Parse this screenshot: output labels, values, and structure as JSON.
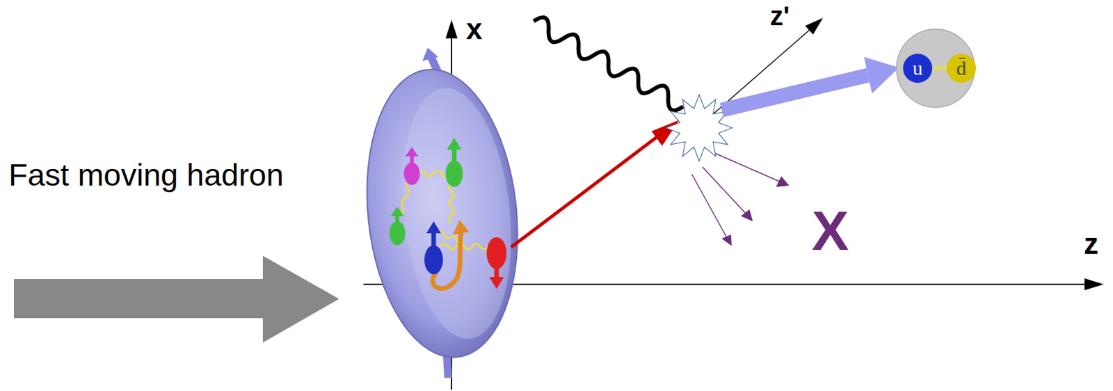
{
  "diagram": {
    "nodes": [
      {
        "text": [
          "u"
        ]
      },
      {
        "text": [
          "d̄"
        ]
      }
    ],
    "edges": [
      {
        "from": 0,
        "to": 1,
        "arrow": "none"
      }
    ],
    "labels": [
      "Fast moving hadron",
      "x",
      "z'",
      "z",
      "X"
    ]
  }
}
